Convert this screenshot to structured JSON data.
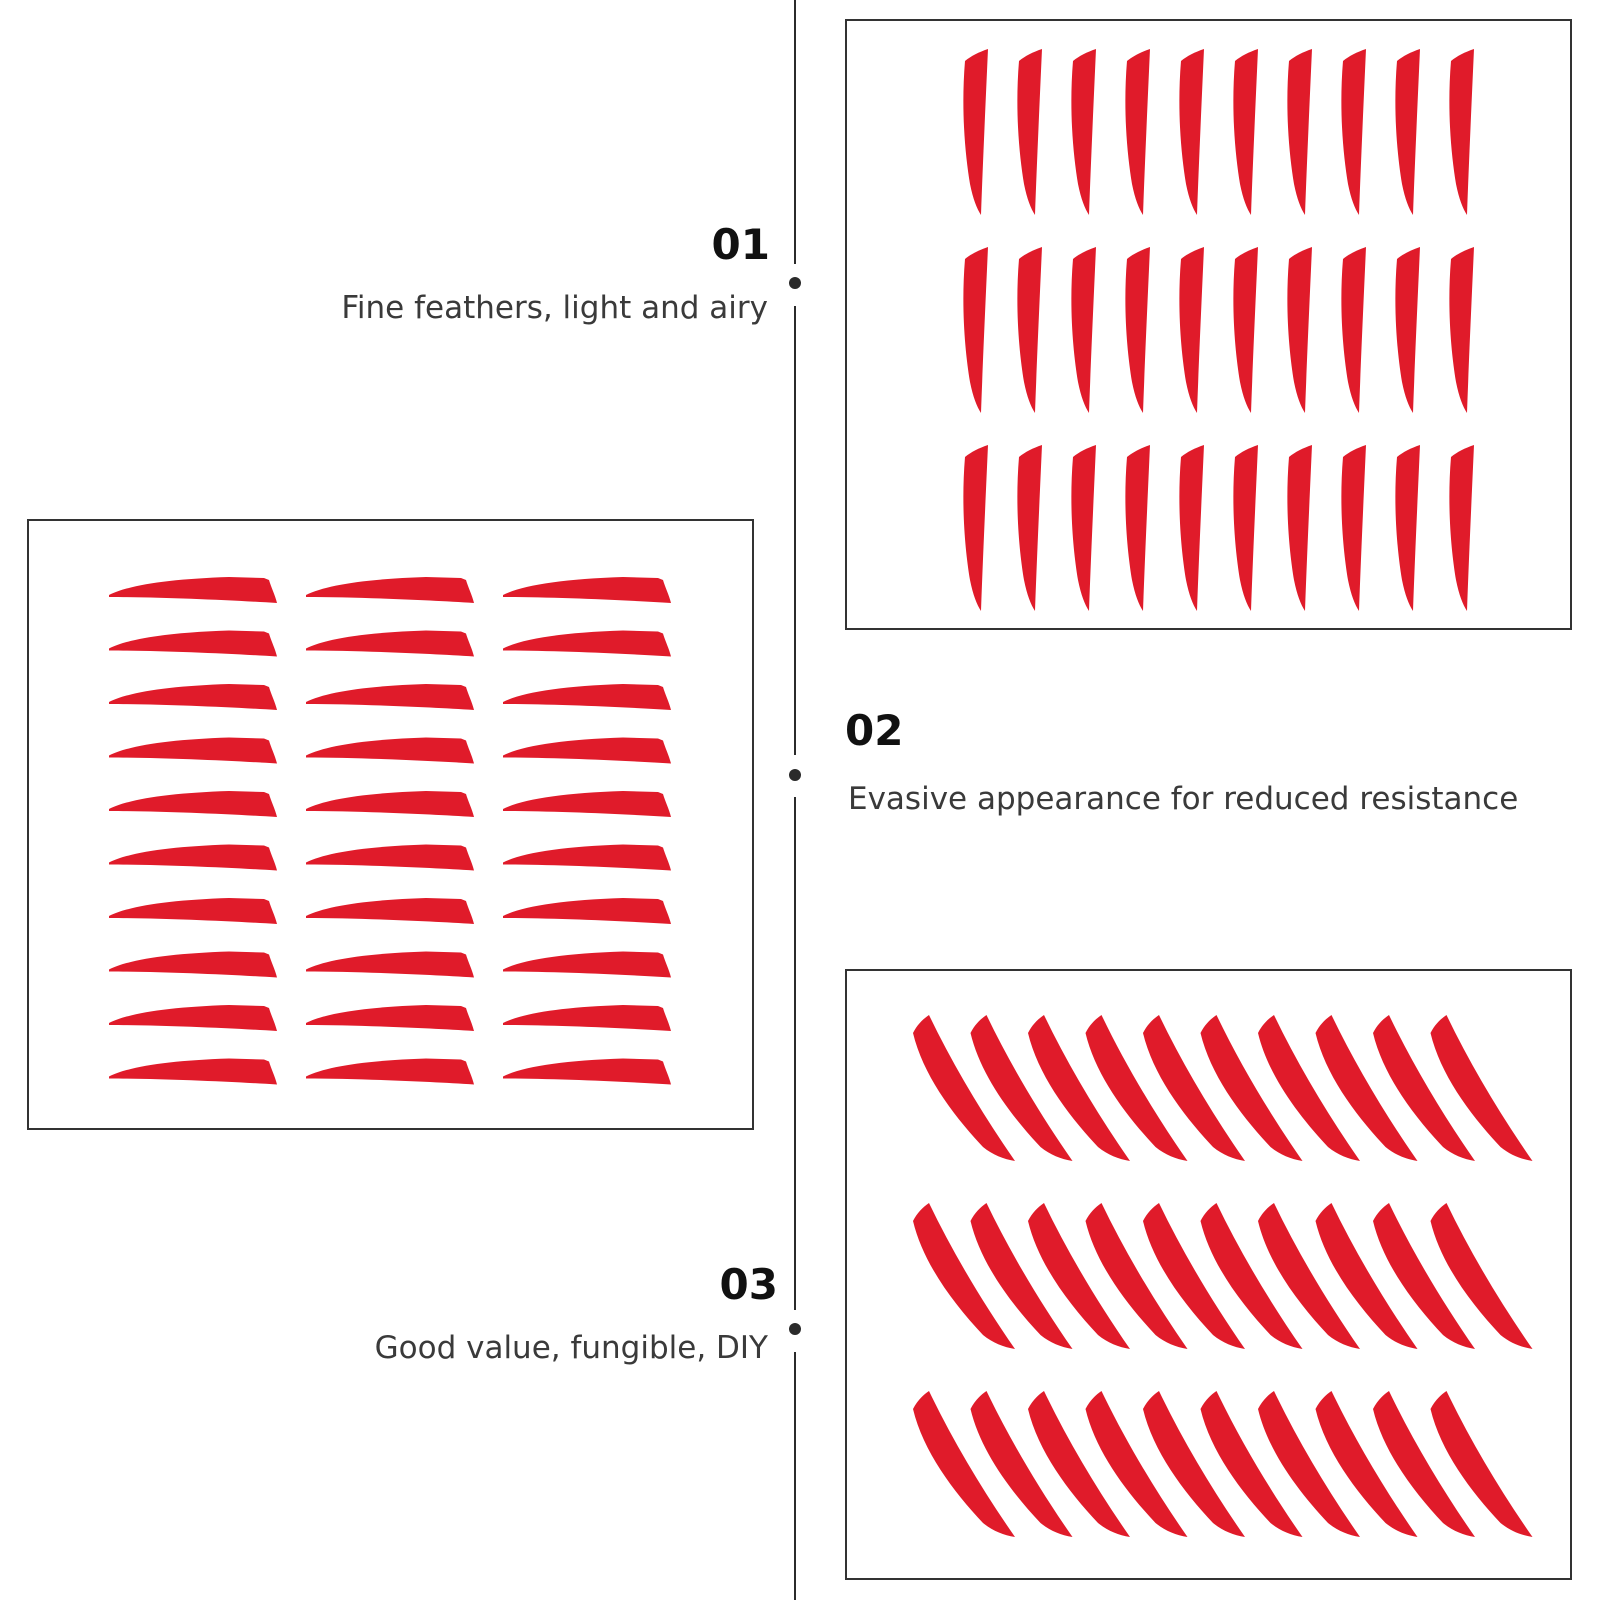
{
  "accent_color": "#e01b2a",
  "features": [
    {
      "number": "01",
      "text": "Fine feathers, light and airy"
    },
    {
      "number": "02",
      "text": "Evasive appearance for reduced resistance"
    },
    {
      "number": "03",
      "text": "Good value, fungible, DIY"
    }
  ],
  "photos": [
    {
      "name": "upright feathers",
      "rows": 3,
      "cols": 10
    },
    {
      "name": "horizontal feathers",
      "rows": 10,
      "cols": 3
    },
    {
      "name": "diagonal feathers",
      "rows": 3,
      "cols": 10
    }
  ]
}
